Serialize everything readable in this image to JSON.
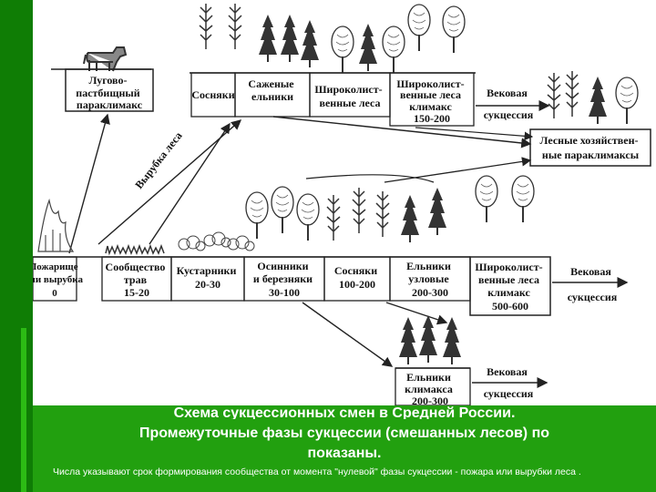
{
  "diagram": {
    "boxes": {
      "meadow": [
        "Лугово-",
        "пастбищный",
        "параклимакс"
      ],
      "pine_top": [
        "Сосняки"
      ],
      "planted_spruce": [
        "Саженые",
        "ельники"
      ],
      "broadleaf_top": [
        "Широколист-",
        "венные леса"
      ],
      "broadleaf_climax_top": [
        "Широколист-",
        "венные леса",
        "климакс",
        "150-200"
      ],
      "secular_top": [
        "Вековая",
        "сукцессия"
      ],
      "forest_para": [
        "Лесные хозяйствен-",
        "ные параклимаксы"
      ],
      "fire": [
        "Пожарище",
        "или вырубка",
        "0"
      ],
      "grass": [
        "Сообщество",
        "трав",
        "15-20"
      ],
      "shrubs": [
        "Кустарники",
        "20-30"
      ],
      "aspen_birch": [
        "Осинники",
        "и березняки",
        "30-100"
      ],
      "pine_mid": [
        "Сосняки",
        "100-200"
      ],
      "spruce_nodal": [
        "Ельники",
        "узловые",
        "200-300"
      ],
      "broadleaf_climax_mid": [
        "Широколист-",
        "венные леса",
        "климакс",
        "500-600"
      ],
      "secular_mid": [
        "Вековая",
        "сукцессия"
      ],
      "spruce_climax": [
        "Ельники",
        "климакса",
        "200-300"
      ],
      "secular_bottom": [
        "Вековая",
        "сукцессия"
      ]
    },
    "logging_label": "Вырубка леса"
  },
  "caption_line1": "Схема сукцессионных смен в Средней России.",
  "caption_line2": "Промежуточные фазы сукцессии (смешанных лесов) по",
  "caption_line3": "показаны.",
  "footnote": "Числа указывают срок формирования сообщества от момента \"нулевой\" фазы сукцессии - пожара или вырубки леса ."
}
